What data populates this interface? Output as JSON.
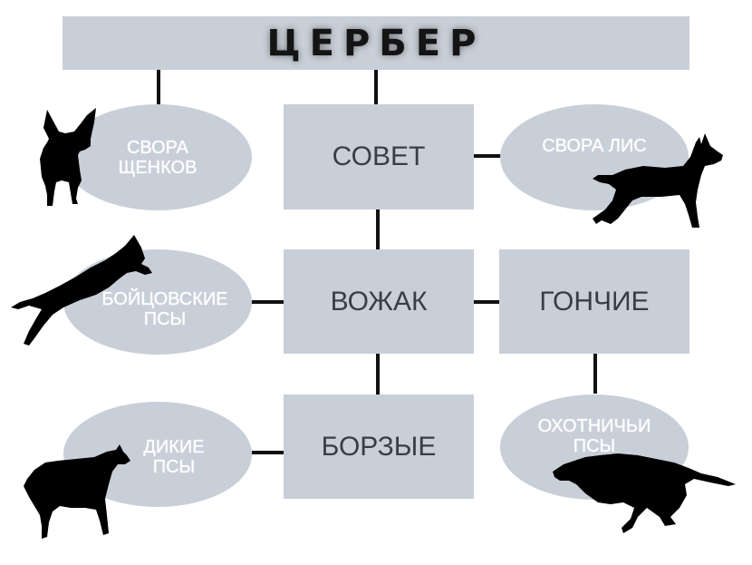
{
  "title": "ЦЕРБЕР",
  "boxes": {
    "sovet": "СОВЕТ",
    "vozhak": "ВОЖАК",
    "borzye": "БОРЗЫЕ",
    "gonchie": "ГОНЧИЕ"
  },
  "ellipses": {
    "puppies": {
      "line1": "СВОРА",
      "line2": "ЩЕНКОВ"
    },
    "foxes": {
      "line1": "СВОРА ЛИС"
    },
    "fighters": {
      "line1": "БОЙЦОВСКИЕ",
      "line2": "ПСЫ"
    },
    "wild": {
      "line1": "ДИКИЕ",
      "line2": "ПСЫ"
    },
    "hunting": {
      "line1": "ОХОТНИЧЬИ",
      "line2": "ПСЫ"
    }
  },
  "icons": [
    "dog-silhouette-icon",
    "shepherd-silhouette-icon",
    "leaping-dog-silhouette-icon",
    "wolf-silhouette-icon",
    "greyhound-silhouette-icon"
  ],
  "colors": {
    "panel": "#c9cfd8",
    "lines": "#111111",
    "silhouette": "#000000"
  }
}
